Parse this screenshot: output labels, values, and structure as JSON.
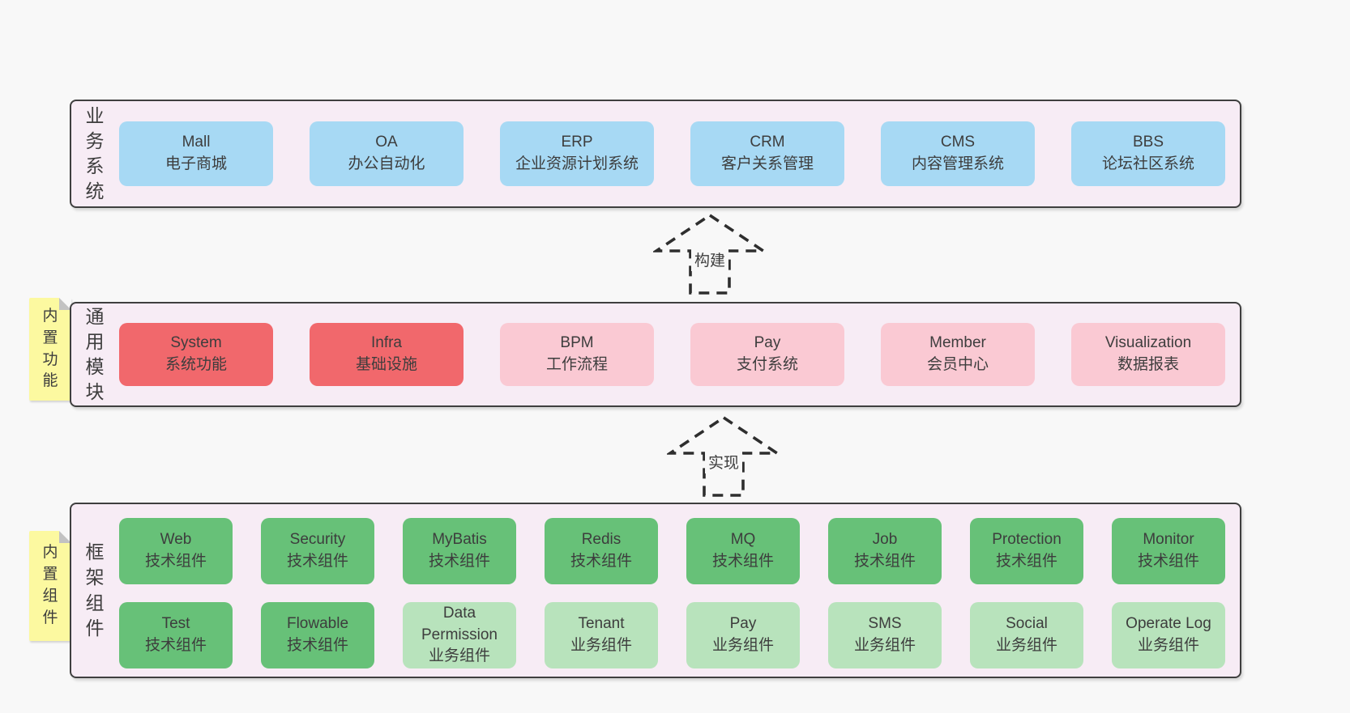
{
  "colors": {
    "page_background": "#f8f8f8",
    "panel_fill": "#f7ecf5",
    "panel_border": "#3f3f3f",
    "blue_box": "#a7d9f4",
    "red_box": "#f1686c",
    "pink_box": "#fac9d3",
    "green_box": "#67c178",
    "light_green_box": "#b8e3bc",
    "sticky_note": "#fcf9a0",
    "sticky_fold": "#c2c2c2",
    "text": "#3d3d3d"
  },
  "sections": {
    "business": {
      "label": "业\n务\n系\n统",
      "boxes": [
        {
          "title": "Mall",
          "subtitle": "电子商城",
          "variant": "blue"
        },
        {
          "title": "OA",
          "subtitle": "办公自动化",
          "variant": "blue"
        },
        {
          "title": "ERP",
          "subtitle": "企业资源计划系统",
          "variant": "blue"
        },
        {
          "title": "CRM",
          "subtitle": "客户关系管理",
          "variant": "blue"
        },
        {
          "title": "CMS",
          "subtitle": "内容管理系统",
          "variant": "blue"
        },
        {
          "title": "BBS",
          "subtitle": "论坛社区系统",
          "variant": "blue"
        }
      ]
    },
    "modules": {
      "label": "通\n用\n模\n块",
      "sticky_note": "内\n置\n功\n能",
      "boxes": [
        {
          "title": "System",
          "subtitle": "系统功能",
          "variant": "red"
        },
        {
          "title": "Infra",
          "subtitle": "基础设施",
          "variant": "red"
        },
        {
          "title": "BPM",
          "subtitle": "工作流程",
          "variant": "pink"
        },
        {
          "title": "Pay",
          "subtitle": "支付系统",
          "variant": "pink"
        },
        {
          "title": "Member",
          "subtitle": "会员中心",
          "variant": "pink"
        },
        {
          "title": "Visualization",
          "subtitle": "数据报表",
          "variant": "pink"
        }
      ]
    },
    "components": {
      "label": "框\n架\n组\n件",
      "sticky_note": "内\n置\n组\n件",
      "rows": [
        [
          {
            "title": "Web",
            "subtitle": "技术组件",
            "variant": "green"
          },
          {
            "title": "Security",
            "subtitle": "技术组件",
            "variant": "green"
          },
          {
            "title": "MyBatis",
            "subtitle": "技术组件",
            "variant": "green"
          },
          {
            "title": "Redis",
            "subtitle": "技术组件",
            "variant": "green"
          },
          {
            "title": "MQ",
            "subtitle": "技术组件",
            "variant": "green"
          },
          {
            "title": "Job",
            "subtitle": "技术组件",
            "variant": "green"
          },
          {
            "title": "Protection",
            "subtitle": "技术组件",
            "variant": "green"
          },
          {
            "title": "Monitor",
            "subtitle": "技术组件",
            "variant": "green"
          }
        ],
        [
          {
            "title": "Test",
            "subtitle": "技术组件",
            "variant": "green"
          },
          {
            "title": "Flowable",
            "subtitle": "技术组件",
            "variant": "green"
          },
          {
            "title": "Data Permission",
            "subtitle": "业务组件",
            "variant": "light-green"
          },
          {
            "title": "Tenant",
            "subtitle": "业务组件",
            "variant": "light-green"
          },
          {
            "title": "Pay",
            "subtitle": "业务组件",
            "variant": "light-green"
          },
          {
            "title": "SMS",
            "subtitle": "业务组件",
            "variant": "light-green"
          },
          {
            "title": "Social",
            "subtitle": "业务组件",
            "variant": "light-green"
          },
          {
            "title": "Operate Log",
            "subtitle": "业务组件",
            "variant": "light-green"
          }
        ]
      ]
    }
  },
  "arrows": [
    {
      "label": "构建"
    },
    {
      "label": "实现"
    }
  ]
}
